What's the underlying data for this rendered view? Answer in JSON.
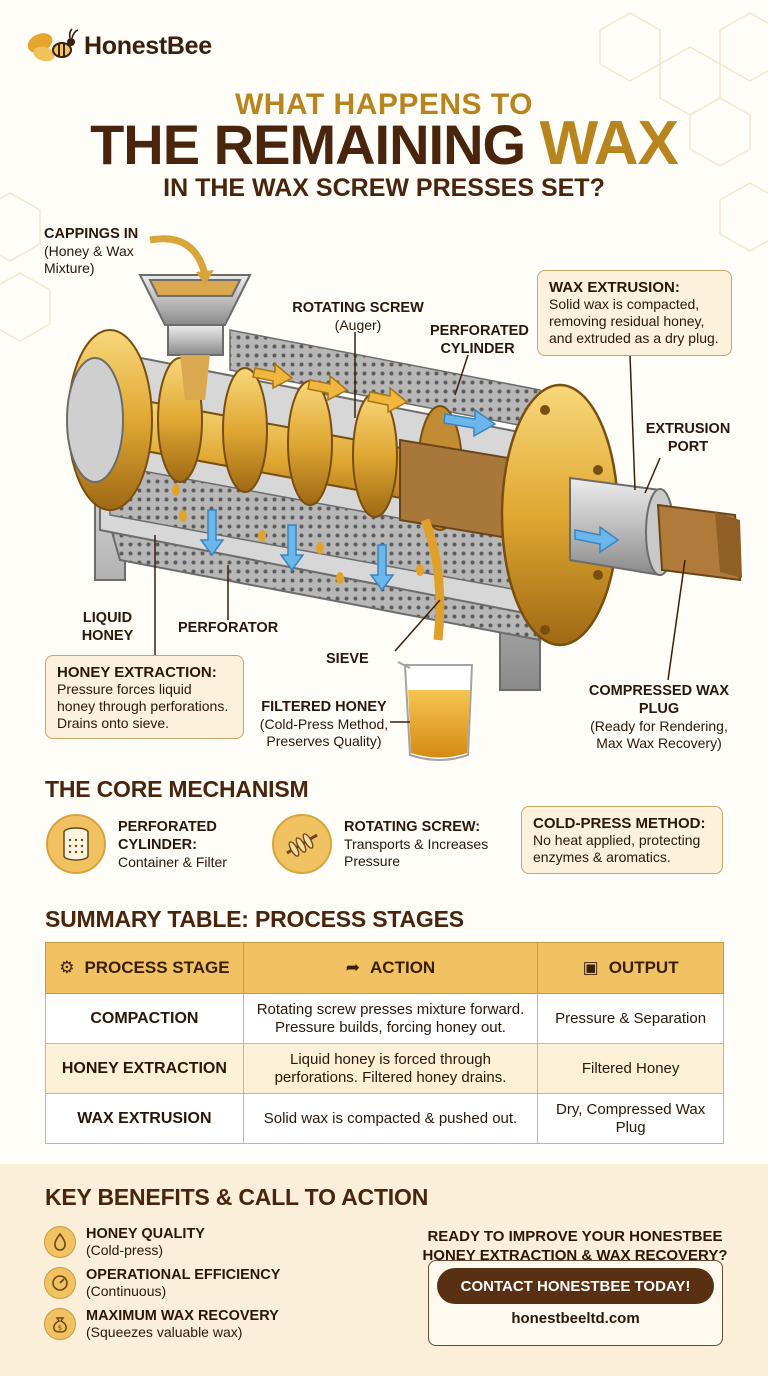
{
  "brand": {
    "name": "HonestBee"
  },
  "title": {
    "line1": "WHAT HAPPENS TO",
    "line2_dark": "THE REMAINING",
    "line2_gold": "WAX",
    "line3": "IN THE WAX SCREW PRESSES SET?"
  },
  "diagram": {
    "cappings_in": {
      "title": "CAPPINGS IN",
      "sub": "(Honey & Wax Mixture)"
    },
    "rotating_screw": {
      "title": "ROTATING SCREW",
      "sub": "(Auger)"
    },
    "perforated_cylinder": "PERFORATED CYLINDER",
    "wax_extrusion_box": {
      "title": "WAX EXTRUSION:",
      "text": "Solid wax is compacted, removing residual honey, and extruded as a dry plug."
    },
    "extrusion_port": "EXTRUSION PORT",
    "liquid_honey": "LIQUID HONEY",
    "perforator": "PERFORATOR",
    "sieve": "SIEVE",
    "honey_extraction_box": {
      "title": "HONEY EXTRACTION:",
      "text": "Pressure forces liquid honey through perforations. Drains onto sieve."
    },
    "filtered_honey": {
      "title": "FILTERED HONEY",
      "sub": "(Cold-Press Method, Preserves Quality)"
    },
    "compressed_wax_plug": {
      "title": "COMPRESSED WAX PLUG",
      "sub": "(Ready for Rendering, Max Wax Recovery)"
    }
  },
  "core": {
    "heading": "THE CORE MECHANISM",
    "item1": {
      "title": "PERFORATED CYLINDER:",
      "sub": "Container & Filter"
    },
    "item2": {
      "title": "ROTATING SCREW:",
      "sub": "Transports & Increases Pressure"
    },
    "cold_press": {
      "title": "COLD-PRESS METHOD:",
      "text": "No heat applied, protecting enzymes & aromatics."
    }
  },
  "summary": {
    "heading": "SUMMARY TABLE: PROCESS STAGES",
    "headers": [
      "PROCESS STAGE",
      "ACTION",
      "OUTPUT"
    ],
    "rows": [
      {
        "stage": "COMPACTION",
        "action": "Rotating screw presses mixture forward. Pressure builds, forcing honey out.",
        "output": "Pressure & Separation"
      },
      {
        "stage": "HONEY EXTRACTION",
        "action": "Liquid honey is forced through perforations. Filtered honey drains.",
        "output": "Filtered Honey"
      },
      {
        "stage": "WAX EXTRUSION",
        "action": "Solid wax is compacted & pushed out.",
        "output": "Dry, Compressed Wax Plug"
      }
    ]
  },
  "benefits": {
    "heading": "KEY BENEFITS & CALL TO ACTION",
    "items": [
      {
        "title": "HONEY QUALITY",
        "sub": "(Cold-press)"
      },
      {
        "title": "OPERATIONAL EFFICIENCY",
        "sub": "(Continuous)"
      },
      {
        "title": "MAXIMUM WAX RECOVERY",
        "sub": "(Squeezes valuable wax)"
      }
    ]
  },
  "cta": {
    "question": "READY TO IMPROVE YOUR HONESTBEE HONEY EXTRACTION & WAX RECOVERY?",
    "button": "CONTACT HONESTBEE TODAY!",
    "url": "honestbeeltd.com"
  }
}
